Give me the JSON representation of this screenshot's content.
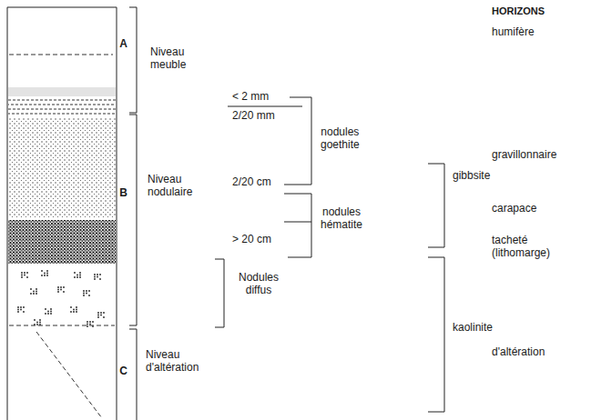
{
  "diagram": {
    "nodes": [
      {
        "text": [
          "A"
        ]
      },
      {
        "text": [
          "B"
        ]
      },
      {
        "text": [
          "C"
        ]
      }
    ],
    "labels": [
      "Niveau meuble",
      "Niveau nodulaire",
      "Nodules diffus",
      "Niveau d'altération",
      "< 2 mm",
      "2/20 mm",
      "2/20 cm",
      "> 20 cm",
      "nodules goethite",
      "nodules hématite",
      "gibbsite",
      "kaolinite",
      "HORIZONS",
      "humifère",
      "gravillonnaire",
      "carapace",
      "tacheté (lithomarge)",
      "d'altération"
    ]
  }
}
